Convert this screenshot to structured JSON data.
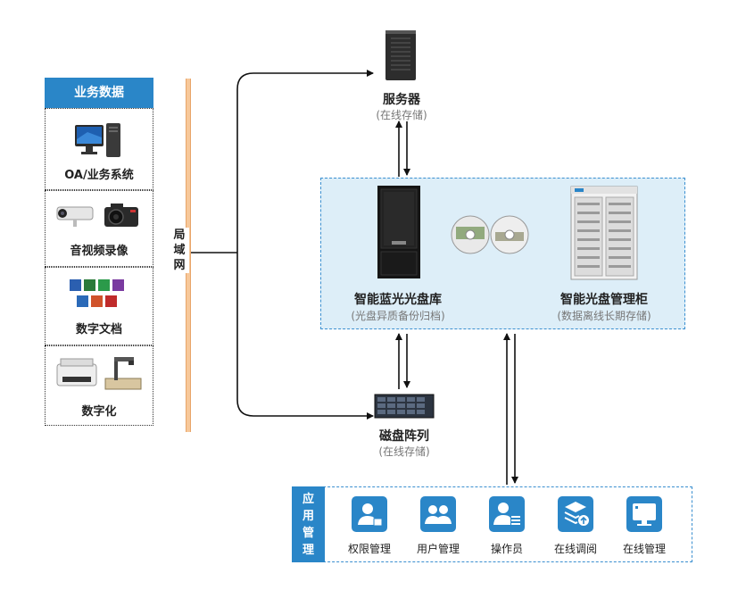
{
  "left_panel": {
    "header": "业务数据",
    "items": [
      {
        "label": "OA/业务系统",
        "icon": "desktop-computer-icon"
      },
      {
        "label": "音视频录像",
        "icon": "camera-icon"
      },
      {
        "label": "数字文档",
        "icon": "office-documents-icon"
      },
      {
        "label": "数字化",
        "icon": "printer-scanner-icon"
      }
    ]
  },
  "lan": {
    "label_1": "局",
    "label_2": "域",
    "label_3": "网"
  },
  "server": {
    "title": "服务器",
    "subtitle": "(在线存储)"
  },
  "optical_library": {
    "title": "智能蓝光光盘库",
    "subtitle": "(光盘异质备份归档)"
  },
  "optical_cabinet": {
    "title": "智能光盘管理柜",
    "subtitle": "(数据离线长期存储)"
  },
  "disk_array": {
    "title": "磁盘阵列",
    "subtitle": "(在线存储)"
  },
  "app_panel": {
    "header_1": "应",
    "header_2": "用",
    "header_3": "管",
    "header_4": "理",
    "items": [
      {
        "label": "权限管理",
        "icon": "user-lock-icon"
      },
      {
        "label": "用户管理",
        "icon": "users-icon"
      },
      {
        "label": "操作员",
        "icon": "operator-icon"
      },
      {
        "label": "在线调阅",
        "icon": "layers-upload-icon"
      },
      {
        "label": "在线管理",
        "icon": "monitor-icon"
      }
    ]
  },
  "colors": {
    "accent": "#2a86c8",
    "panel_bg": "#ddeef8",
    "lan_bar": "#f7c89a"
  }
}
